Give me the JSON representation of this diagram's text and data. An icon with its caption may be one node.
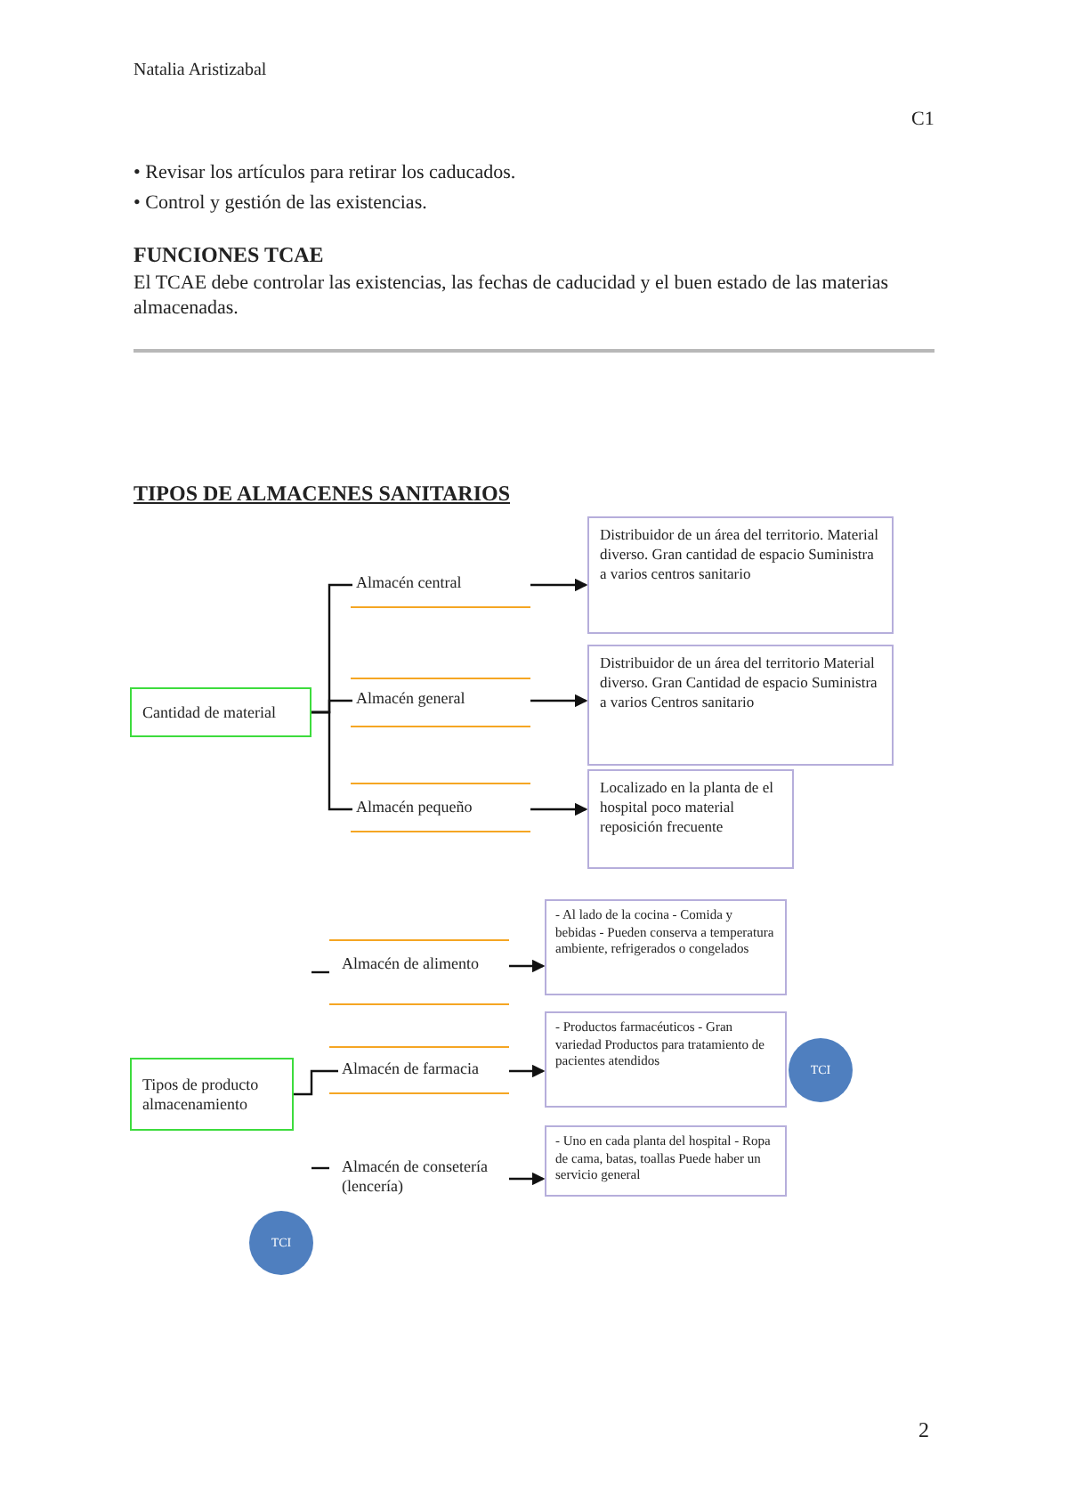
{
  "diagram": {
    "title": "TIPOS DE ALMACENES SANITARIOS",
    "nodes": [
      {
        "text": [
          "Cantidad de material"
        ]
      },
      {
        "text": [
          "Almacén central"
        ]
      },
      {
        "text": [
          "Almacén general"
        ]
      },
      {
        "text": [
          "Almacén pequeño"
        ]
      },
      {
        "text": [
          "Distribuidor de un área del territorio. Material diverso. Gran cantidad de espacio Suministra a varios centros sanitario"
        ]
      },
      {
        "text": [
          "Distribuidor de un área del territorio Material diverso. Gran Cantidad de espacio Suministra a varios Centros sanitario"
        ]
      },
      {
        "text": [
          "Localizado en la planta de el hospital poco material reposición frecuente"
        ]
      },
      {
        "text": [
          "Tipos de producto almacenamiento"
        ]
      },
      {
        "text": [
          "Almacén de alimento"
        ]
      },
      {
        "text": [
          "Almacén de farmacia"
        ]
      },
      {
        "text": [
          "Almacén de consetería (lencería)"
        ]
      },
      {
        "text": [
          "- Al lado de la cocina - Comida y bebidas - Pueden conserva a temperatura ambiente, refrigerados o congelados"
        ]
      },
      {
        "text": [
          "- Productos farmacéuticos - Gran variedad Productos para tratamiento de pacientes atendidos"
        ]
      },
      {
        "text": [
          "- Uno en cada planta del hospital - Ropa de cama, batas, toallas Puede haber un servicio general"
        ]
      },
      {
        "text": [
          "TCI"
        ]
      },
      {
        "text": [
          "TCI"
        ]
      }
    ],
    "edges": [
      {
        "from": 0,
        "to": 1,
        "arrow": "none"
      },
      {
        "from": 0,
        "to": 2,
        "arrow": "none"
      },
      {
        "from": 0,
        "to": 3,
        "arrow": "none"
      },
      {
        "from": 1,
        "to": 4,
        "arrow": "to"
      },
      {
        "from": 2,
        "to": 5,
        "arrow": "to"
      },
      {
        "from": 3,
        "to": 6,
        "arrow": "to"
      },
      {
        "from": 7,
        "to": 9,
        "arrow": "none"
      },
      {
        "from": 8,
        "to": 11,
        "arrow": "to"
      },
      {
        "from": 9,
        "to": 12,
        "arrow": "to"
      },
      {
        "from": 10,
        "to": 13,
        "arrow": "to"
      }
    ],
    "labels": [
      "Natalia Aristizabal",
      "C1",
      "• Revisar los artículos para retirar los caducados.",
      "• Control y gestión de las existencias.",
      "FUNCIONES TCAE",
      "El TCAE debe controlar las existencias, las fechas de caducidad y el buen estado de las materias almacenadas.",
      "2"
    ]
  }
}
